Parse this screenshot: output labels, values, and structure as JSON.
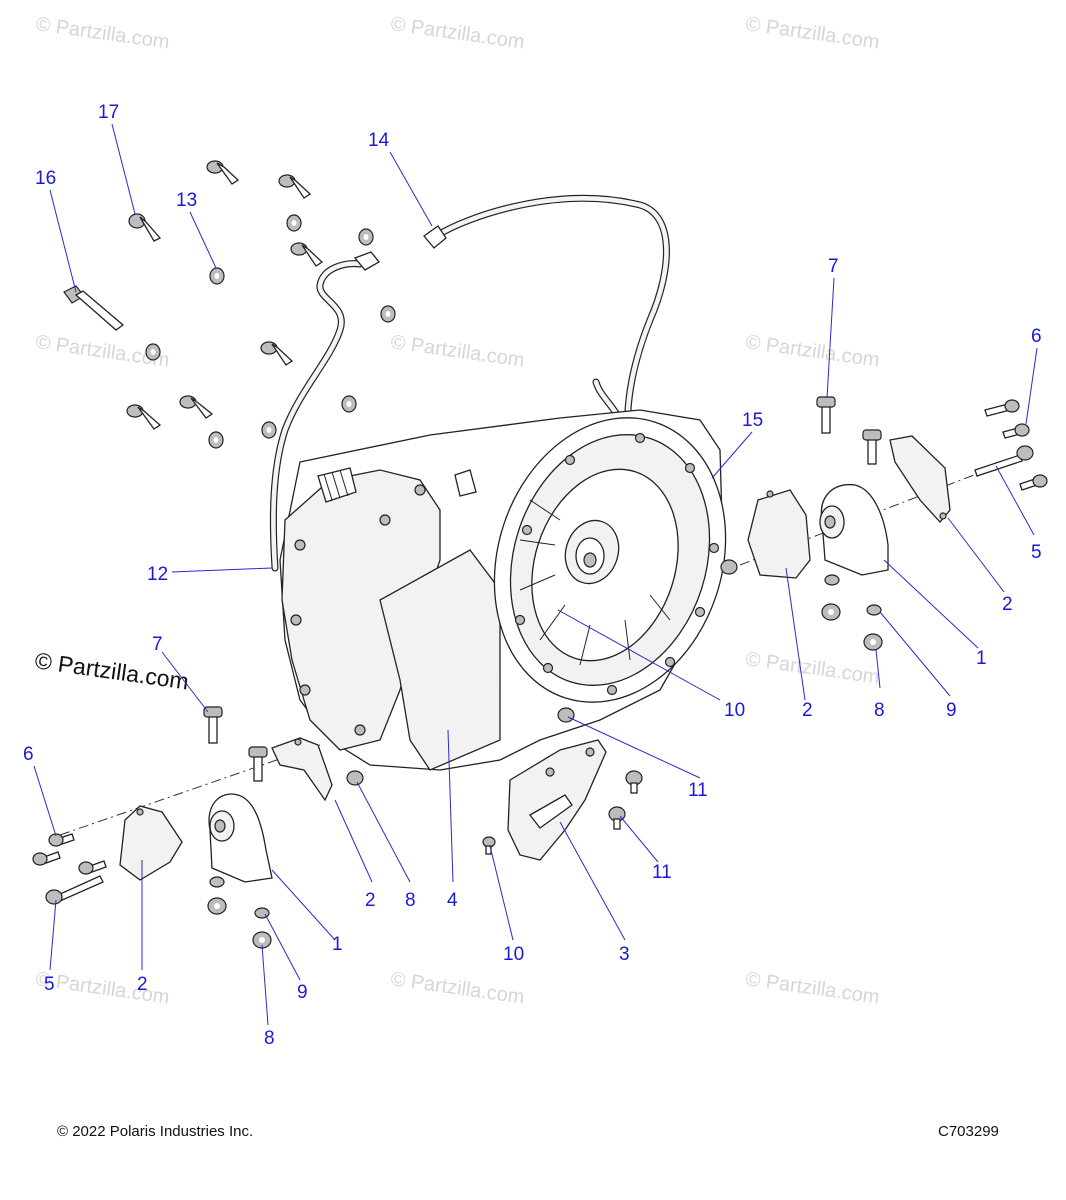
{
  "watermark": {
    "text": "© Partzilla.com",
    "prominent_text": "© Partzilla.com"
  },
  "footer": {
    "copyright": "© 2022 Polaris Industries Inc.",
    "diagram_code": "C703299"
  },
  "callouts": [
    {
      "id": "c17",
      "label": "17"
    },
    {
      "id": "c16",
      "label": "16"
    },
    {
      "id": "c13",
      "label": "13"
    },
    {
      "id": "c14",
      "label": "14"
    },
    {
      "id": "c7a",
      "label": "7"
    },
    {
      "id": "c6a",
      "label": "6"
    },
    {
      "id": "c15",
      "label": "15"
    },
    {
      "id": "c5a",
      "label": "5"
    },
    {
      "id": "c2a",
      "label": "2"
    },
    {
      "id": "c1a",
      "label": "1"
    },
    {
      "id": "c12",
      "label": "12"
    },
    {
      "id": "c10a",
      "label": "10"
    },
    {
      "id": "c2b",
      "label": "2"
    },
    {
      "id": "c8a",
      "label": "8"
    },
    {
      "id": "c9a",
      "label": "9"
    },
    {
      "id": "c7b",
      "label": "7"
    },
    {
      "id": "c11a",
      "label": "11"
    },
    {
      "id": "c6b",
      "label": "6"
    },
    {
      "id": "c11b",
      "label": "11"
    },
    {
      "id": "c2c",
      "label": "2"
    },
    {
      "id": "c8b",
      "label": "8"
    },
    {
      "id": "c4",
      "label": "4"
    },
    {
      "id": "c1b",
      "label": "1"
    },
    {
      "id": "c10b",
      "label": "10"
    },
    {
      "id": "c3",
      "label": "3"
    },
    {
      "id": "c9b",
      "label": "9"
    },
    {
      "id": "c5b",
      "label": "5"
    },
    {
      "id": "c2d",
      "label": "2"
    },
    {
      "id": "c8c",
      "label": "8"
    }
  ]
}
